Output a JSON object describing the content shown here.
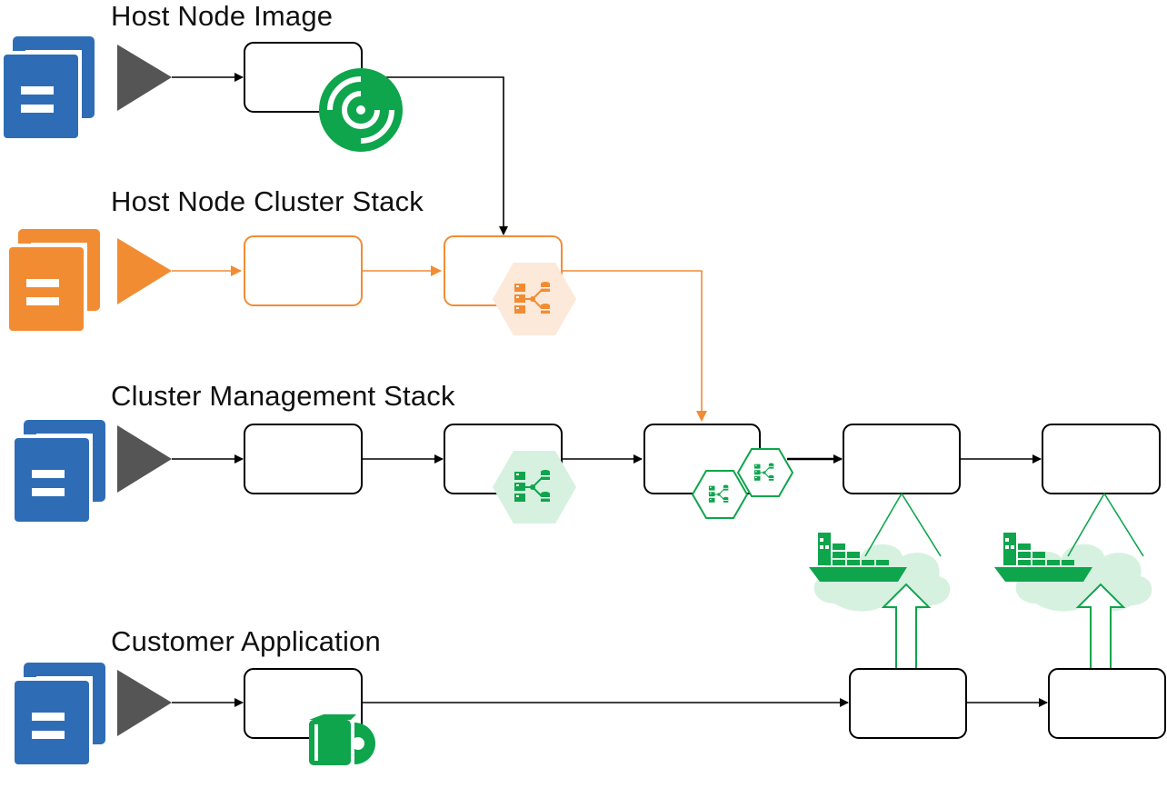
{
  "lanes": [
    {
      "id": "host-node-image",
      "title": "Host Node Image",
      "color": "#2e6db5"
    },
    {
      "id": "host-node-cluster-stack",
      "title": "Host Node Cluster Stack",
      "color": "#f28c33"
    },
    {
      "id": "cluster-management-stack",
      "title": "Cluster Management Stack",
      "color": "#2e6db5"
    },
    {
      "id": "customer-application",
      "title": "Customer Application",
      "color": "#2e6db5"
    }
  ],
  "colors": {
    "blue": "#2e6db5",
    "orange": "#f28c33",
    "orange_light": "#fde9da",
    "green": "#0ea54c",
    "green_light": "#d6f1e0",
    "dark_gray": "#555555",
    "stroke": "#000000"
  },
  "icons": [
    "document-stack-icon",
    "play-triangle-icon",
    "disc-icon",
    "cluster-hexagon-icon",
    "container-ship-icon",
    "cloud-icon",
    "book-disc-icon",
    "up-arrow-icon"
  ]
}
